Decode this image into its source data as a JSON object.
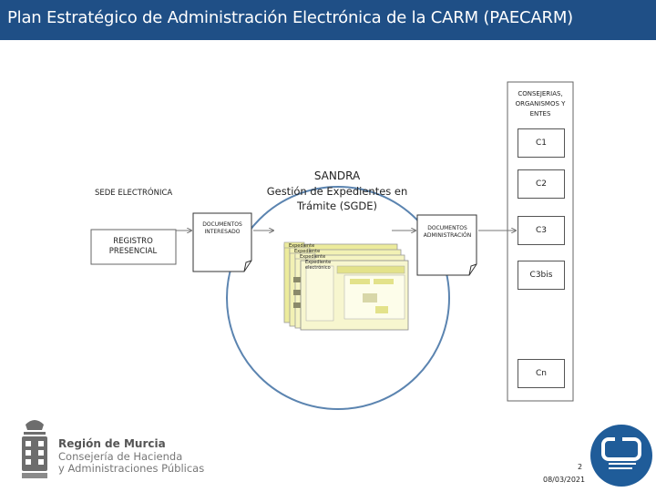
{
  "header": {
    "title": "Plan Estratégico de Administración Electrónica de la CARM (PAECARM)"
  },
  "diagram": {
    "center_title": "SANDRA",
    "center_subtitle": "Gestión de Expedientes en Trámite (SGDE)",
    "sede_label": "SEDE ELECTRÓNICA",
    "registro_label": "REGISTRO PRESENCIAL",
    "doc_interesado": "DOCUMENTOS INTERESADO",
    "doc_administracion": "DOCUMENTOS ADMINISTRACIÓN",
    "consejerias_label": "CONSEJERIAS, ORGANISMOS Y ENTES",
    "c_boxes": [
      "C1",
      "C2",
      "C3",
      "C3bis",
      "Cn"
    ],
    "folder_labels": [
      "Expediente",
      "Expediente",
      "Expediente",
      "Expediente electrónico"
    ]
  },
  "footer": {
    "region_name": "Región de Murcia",
    "department_line1": "Consejería de Hacienda",
    "department_line2": "y Administraciones Públicas",
    "page_number": "2",
    "date": "08/03/2021"
  },
  "colors": {
    "header_bg": "#1f4f86",
    "circle": "#5b84b0",
    "folder": "#f2f1b4",
    "logo_blue": "#1f5c99"
  }
}
